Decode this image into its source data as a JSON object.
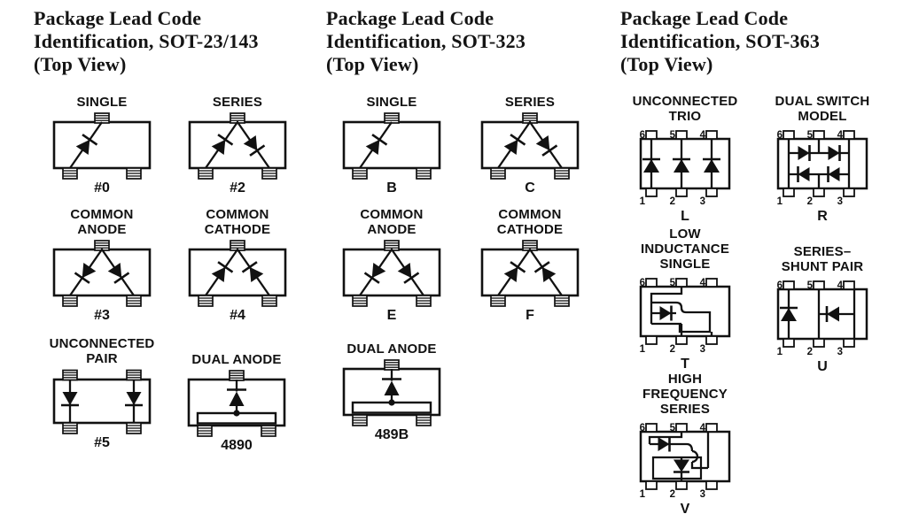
{
  "page_bg": "#ffffff",
  "ink_color": "#111111",
  "columns": [
    {
      "header": "Package Lead Code\nIdentification, SOT-23/143\n(Top View)",
      "cards": [
        {
          "title": "SINGLE",
          "code": "#0",
          "type": "single"
        },
        {
          "title": "SERIES",
          "code": "#2",
          "type": "series"
        },
        {
          "title": "COMMON\nANODE",
          "code": "#3",
          "type": "common-anode"
        },
        {
          "title": "COMMON\nCATHODE",
          "code": "#4",
          "type": "common-cathode"
        },
        {
          "title": "UNCONNECTED\nPAIR",
          "code": "#5",
          "type": "unconnected-pair"
        },
        {
          "title": "DUAL ANODE",
          "code": "4890",
          "type": "dual-anode"
        }
      ]
    },
    {
      "header": "Package Lead Code\nIdentification, SOT-323\n(Top View)",
      "cards": [
        {
          "title": "SINGLE",
          "code": "B",
          "type": "single"
        },
        {
          "title": "SERIES",
          "code": "C",
          "type": "series"
        },
        {
          "title": "COMMON\nANODE",
          "code": "E",
          "type": "common-anode"
        },
        {
          "title": "COMMON\nCATHODE",
          "code": "F",
          "type": "common-cathode"
        },
        {
          "title": "DUAL ANODE",
          "code": "489B",
          "type": "dual-anode"
        }
      ]
    },
    {
      "header": "Package Lead Code\nIdentification, SOT-363\n(Top View)",
      "cards": [
        {
          "title": "UNCONNECTED\nTRIO",
          "code": "L",
          "type": "trio",
          "pins_top": [
            "6",
            "5",
            "4"
          ],
          "pins_bottom": [
            "1",
            "2",
            "3"
          ]
        },
        {
          "title": "DUAL SWITCH\nMODEL",
          "code": "R",
          "type": "dual-switch",
          "pins_top": [
            "6",
            "5",
            "4"
          ],
          "pins_bottom": [
            "1",
            "2",
            "3"
          ]
        },
        {
          "title": "LOW\nINDUCTANCE\nSINGLE",
          "code": "T",
          "type": "low-inductance",
          "pins_top": [
            "6",
            "5",
            "4"
          ],
          "pins_bottom": [
            "1",
            "2",
            "3"
          ]
        },
        {
          "title": "SERIES–\nSHUNT PAIR",
          "code": "U",
          "type": "series-shunt",
          "pins_top": [
            "6",
            "5",
            "4"
          ],
          "pins_bottom": [
            "1",
            "2",
            "3"
          ]
        },
        {
          "title": "HIGH\nFREQUENCY\nSERIES",
          "code": "V",
          "type": "high-frequency",
          "pins_top": [
            "6",
            "5",
            "4"
          ],
          "pins_bottom": [
            "1",
            "2",
            "3"
          ]
        }
      ]
    }
  ]
}
